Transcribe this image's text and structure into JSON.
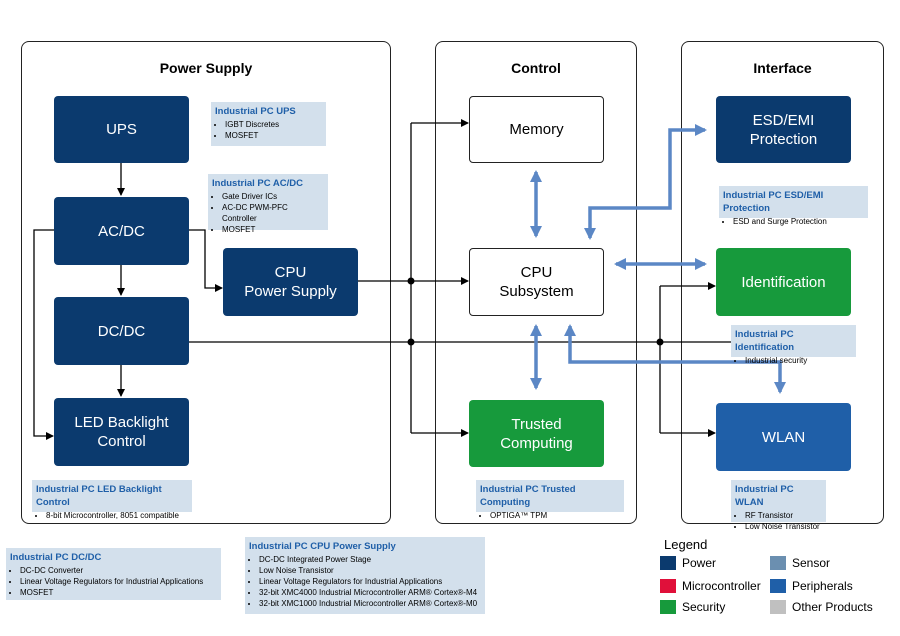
{
  "sections": {
    "power_supply": "Power Supply",
    "control": "Control",
    "interface": "Interface"
  },
  "blocks": {
    "ups": "UPS",
    "acdc": "AC/DC",
    "dcdc": "DC/DC",
    "led": "LED Backlight\nControl",
    "cpu_ps": "CPU\nPower Supply",
    "memory": "Memory",
    "cpu_sub": "CPU\nSubsystem",
    "trusted": "Trusted\nComputing",
    "esd": "ESD/EMI\nProtection",
    "identification": "Identification",
    "wlan": "WLAN"
  },
  "notes": {
    "ups": {
      "title": "Industrial PC UPS",
      "items": [
        "IGBT Discretes",
        "MOSFET"
      ]
    },
    "acdc": {
      "title": "Industrial PC AC/DC",
      "items": [
        "Gate Driver ICs",
        "AC-DC PWM-PFC Controller",
        "MOSFET"
      ]
    },
    "led": {
      "title": "Industrial PC LED Backlight Control",
      "items": [
        "8-bit Microcontroller, 8051 compatible"
      ]
    },
    "dcdc": {
      "title": "Industrial PC DC/DC",
      "items": [
        "DC-DC Converter",
        "Linear Voltage Regulators for Industrial Applications",
        "MOSFET"
      ]
    },
    "cpu_ps": {
      "title": "Industrial PC CPU Power Supply",
      "items": [
        "DC-DC Integrated Power Stage",
        "Low Noise Transistor",
        "Linear Voltage Regulators for Industrial Applications",
        "32-bit XMC4000 Industrial Microcontroller ARM® Cortex®-M4",
        "32-bit XMC1000 Industrial Microcontroller ARM® Cortex®-M0"
      ]
    },
    "trusted": {
      "title": "Industrial PC Trusted Computing",
      "items": [
        "OPTIGA™ TPM"
      ]
    },
    "esd": {
      "title": "Industrial PC ESD/EMI Protection",
      "items": [
        "ESD and Surge Protection"
      ]
    },
    "identification": {
      "title": "Industrial PC Identification",
      "items": [
        "Industrial security"
      ]
    },
    "wlan": {
      "title": "Industrial PC WLAN",
      "items": [
        "RF Transistor",
        "Low Noise Transistor"
      ]
    }
  },
  "legend": {
    "title": "Legend",
    "items": [
      {
        "label": "Power",
        "color": "#0b3a6e"
      },
      {
        "label": "Sensor",
        "color": "#6b8fb0"
      },
      {
        "label": "Microcontroller",
        "color": "#e0103a"
      },
      {
        "label": "Peripherals",
        "color": "#1f5fa8"
      },
      {
        "label": "Security",
        "color": "#179a3c"
      },
      {
        "label": "Other Products",
        "color": "#c0c0c0"
      }
    ]
  },
  "colors": {
    "power": "#0b3a6e",
    "security": "#179a3c",
    "peripherals": "#1f5fa8",
    "note_bg": "#d3e0ec",
    "link": "#5b87c5"
  }
}
